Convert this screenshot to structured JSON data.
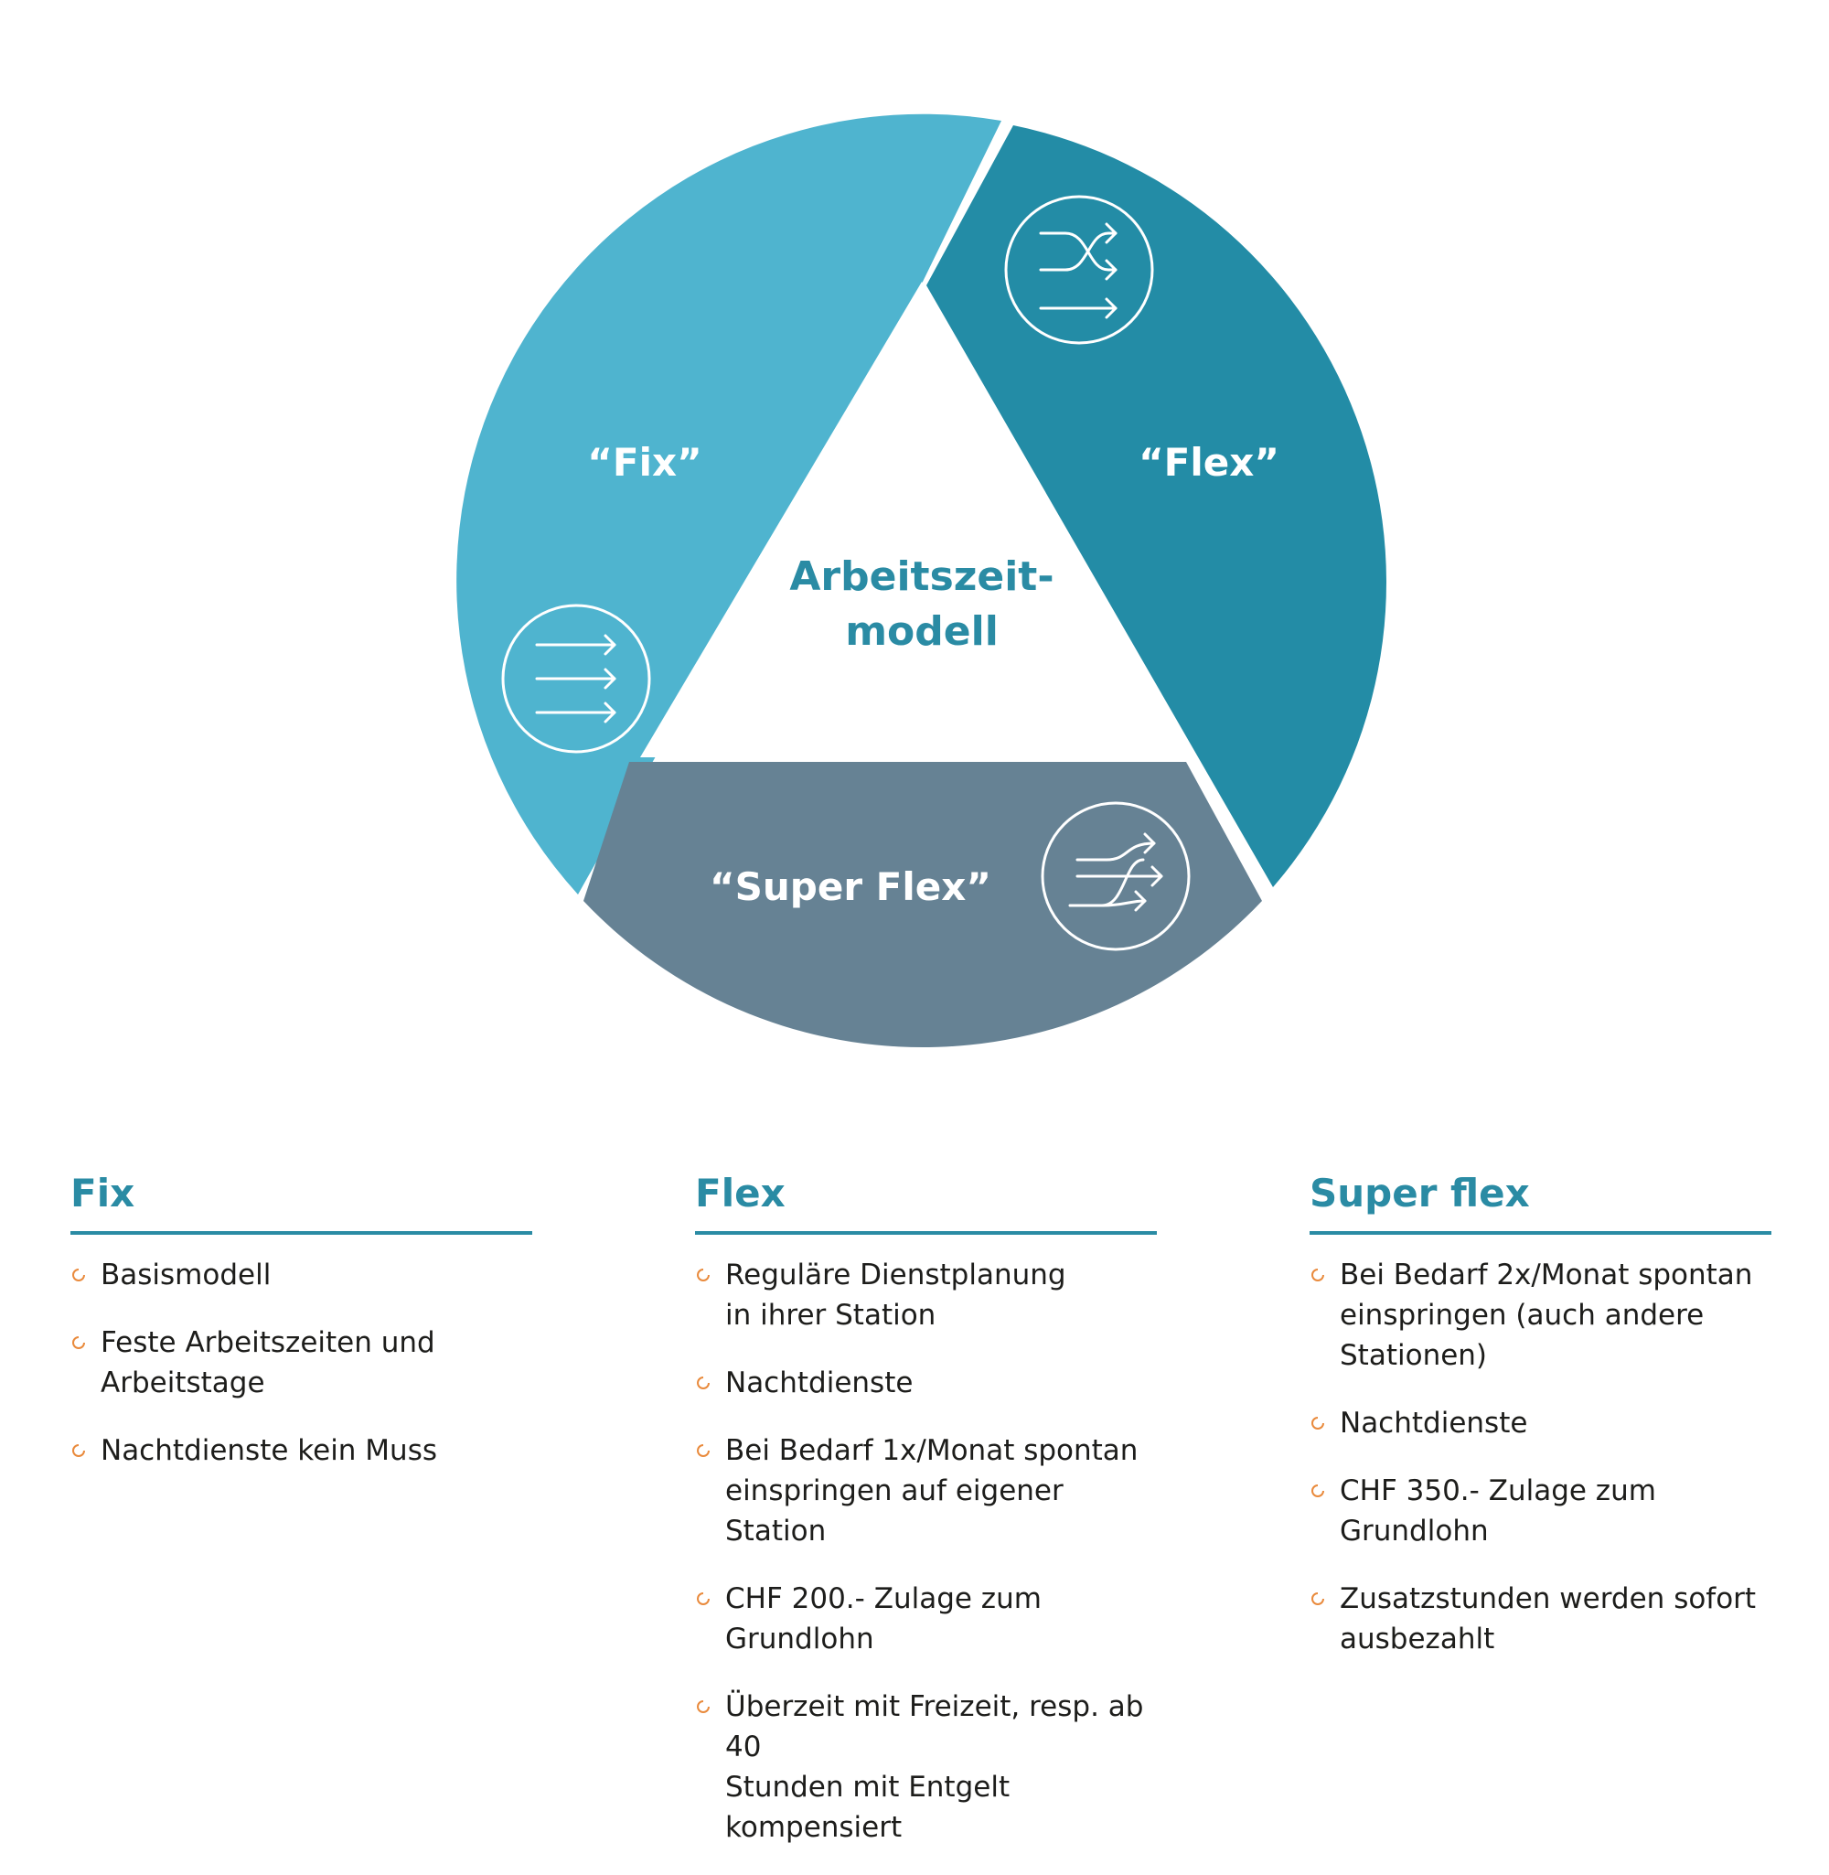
{
  "diagram": {
    "center_label_line1": "Arbeitszeit-",
    "center_label_line2": "modell",
    "segments": [
      {
        "label": "“Fix”",
        "color": "#4fb4cf",
        "icon": "parallel-arrows-icon"
      },
      {
        "label": "“Flex”",
        "color": "#238ca6",
        "icon": "shuffle-arrows-icon"
      },
      {
        "label": "“Super Flex”",
        "color": "#668294",
        "icon": "merge-arrows-icon"
      }
    ]
  },
  "columns": [
    {
      "title": "Fix",
      "items": [
        "Basismodell",
        "Feste Arbeitszeiten und Arbeitstage",
        "Nachtdienste kein Muss"
      ]
    },
    {
      "title": "Flex",
      "items": [
        "Reguläre Dienstplanung\nin ihrer Station",
        "Nachtdienste",
        "Bei Bedarf 1x/Monat spontan\neinspringen auf eigener Station",
        "CHF 200.- Zulage zum Grundlohn",
        "Überzeit mit Freizeit, resp. ab 40\nStunden mit Entgelt kompensiert"
      ]
    },
    {
      "title": "Super flex",
      "items": [
        "Bei Bedarf 2x/Monat spontan\neinspringen (auch andere\nStationen)",
        "Nachtdienste",
        "CHF 350.- Zulage zum\nGrundlohn",
        "Zusatzstunden werden sofort\nausbezahlt"
      ]
    }
  ],
  "colors": {
    "accent": "#2a8ba4",
    "bullet": "#e98a3c",
    "text": "#1d1d1b"
  }
}
